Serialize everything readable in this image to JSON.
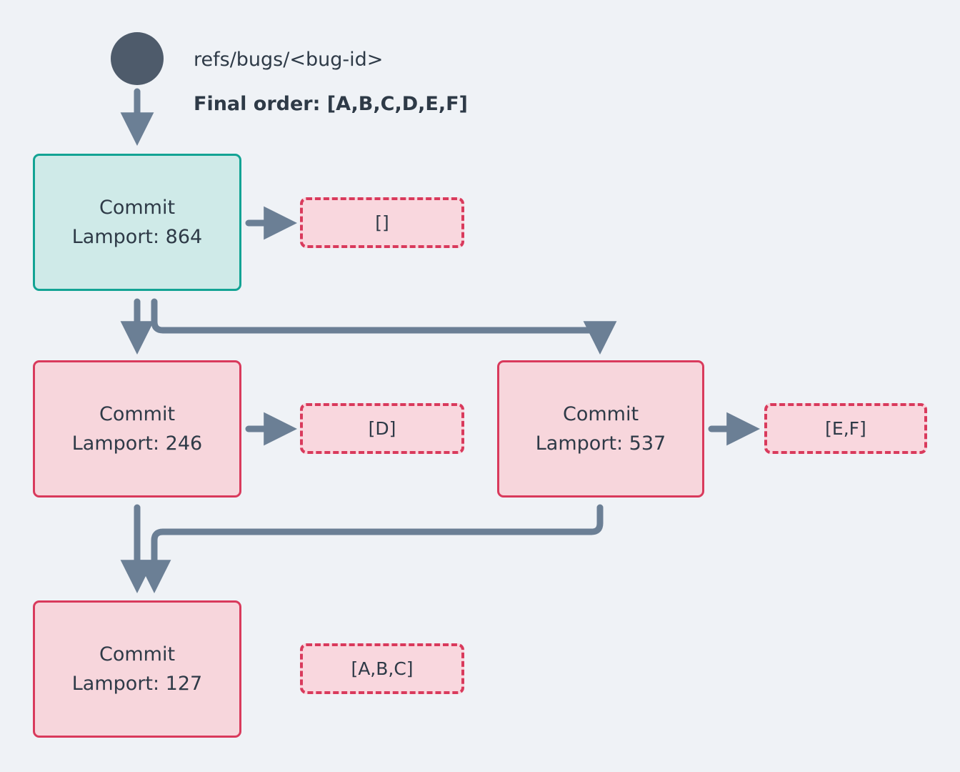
{
  "diagram": {
    "title": "refs/bugs/<bug-id>",
    "final_order_label": "Final order: [A,B,C,D,E,F]",
    "background_color": "#eff2f6",
    "ref_dot_color": "#4e5b6b",
    "edge_color": "#6b7f95",
    "head_border_color": "#13a394",
    "head_fill_color": "#cfeae8",
    "commit_border_color": "#d93a5c",
    "commit_fill_color": "#f7d6dc",
    "payload_fill_color": "#f9d7de",
    "text_color": "#2e3a47"
  },
  "nodes": [
    {
      "id": "commit-864",
      "kind": "head",
      "title": "Commit",
      "lamport": "Lamport: 864",
      "payload": "[]"
    },
    {
      "id": "commit-246",
      "kind": "commit",
      "title": "Commit",
      "lamport": "Lamport: 246",
      "payload": "[D]"
    },
    {
      "id": "commit-537",
      "kind": "commit",
      "title": "Commit",
      "lamport": "Lamport: 537",
      "payload": "[E,F]"
    },
    {
      "id": "commit-127",
      "kind": "commit",
      "title": "Commit",
      "lamport": "Lamport: 127",
      "payload": "[A,B,C]"
    }
  ]
}
